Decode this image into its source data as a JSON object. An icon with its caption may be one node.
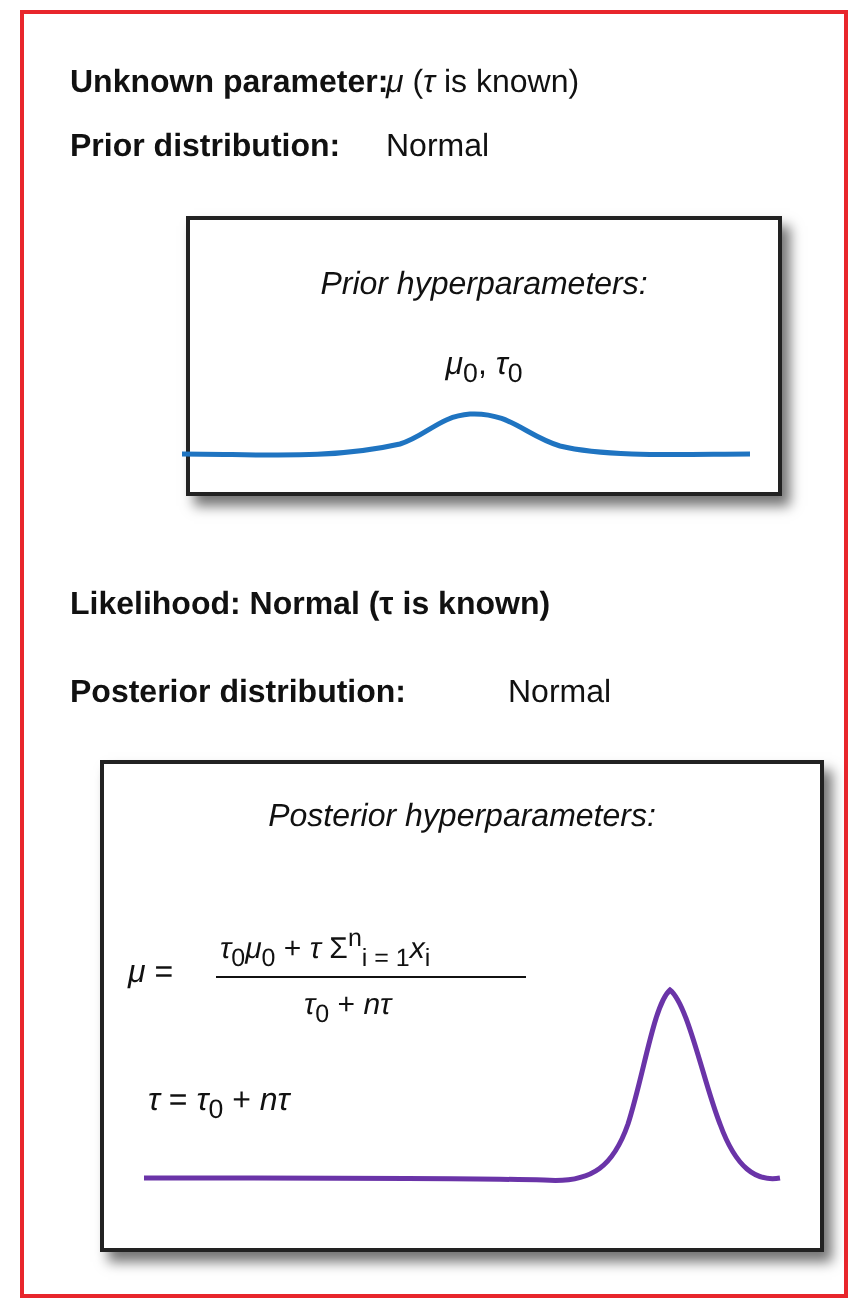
{
  "diagram": {
    "nodes": [
      {
        "text": [
          "Prior hyperparameters:",
          "*μ*$_{0}$, *τ*$_{0}$"
        ]
      },
      {
        "text": [
          "Posterior hyperparameters:",
          "*μ* =",
          "*τ*$_{0}$*μ*$_{0}$ + *τ* Σ$^{n}$$_{i = 1}$*x*$_{i}$",
          "*τ*$_{0}$ + *nτ*",
          "*τ* = *τ*$_{0}$ + *nτ*"
        ]
      }
    ],
    "labels": [
      "Unknown parameter:",
      "*μ* (*τ* is known)",
      "Prior distribution:",
      "Normal",
      "Likelihood: Normal (τ is known)",
      "Posterior distribution:",
      "Normal"
    ]
  }
}
